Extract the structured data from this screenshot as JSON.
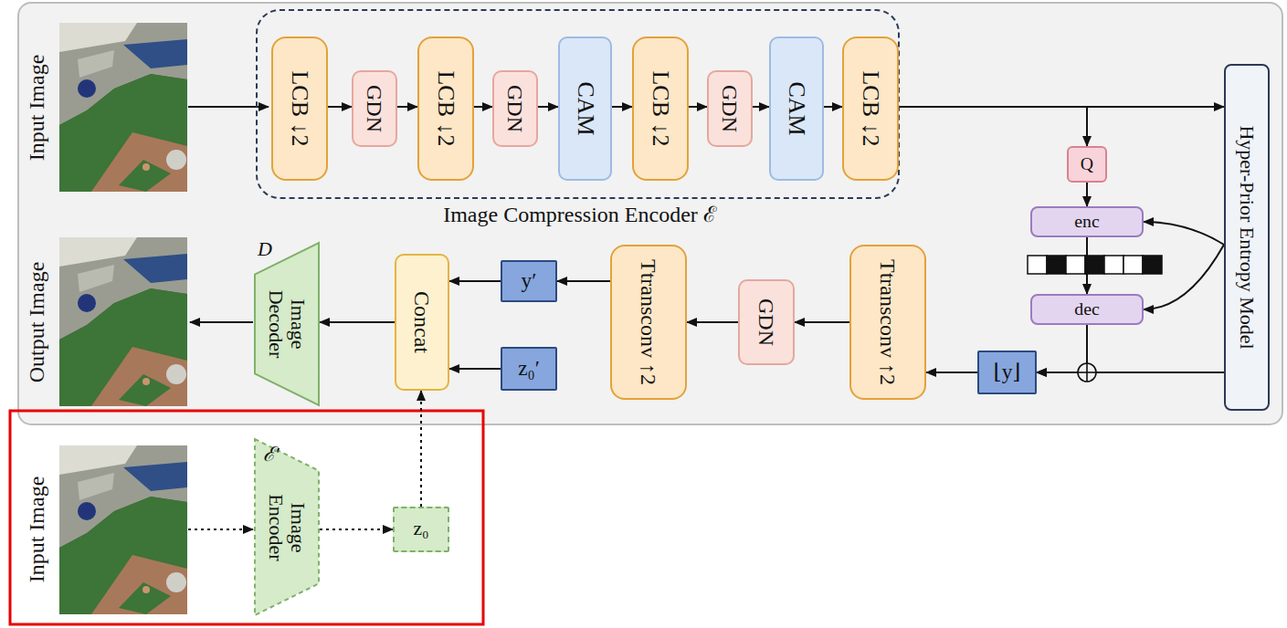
{
  "diagram": {
    "nodes": [
      {
        "text": [
          "Image Compression Encoder ℰ"
        ]
      },
      {
        "text": [
          "LCB ↓2"
        ],
        "in": 0
      },
      {
        "text": [
          "GDN"
        ],
        "in": 0
      },
      {
        "text": [
          "LCB ↓2"
        ],
        "in": 0
      },
      {
        "text": [
          "GDN"
        ],
        "in": 0
      },
      {
        "text": [
          "CAM"
        ],
        "in": 0
      },
      {
        "text": [
          "LCB ↓2"
        ],
        "in": 0
      },
      {
        "text": [
          "GDN"
        ],
        "in": 0
      },
      {
        "text": [
          "CAM"
        ],
        "in": 0
      },
      {
        "text": [
          "LCB ↓2"
        ],
        "in": 0
      },
      {
        "text": [
          "Hyper-Prior Entropy Model"
        ]
      },
      {
        "text": [
          "Q"
        ]
      },
      {
        "text": [
          "enc"
        ]
      },
      {
        "text": [
          "dec"
        ]
      },
      {
        "text": [
          "D",
          "Image Decoder"
        ]
      },
      {
        "text": [
          "Concat"
        ]
      },
      {
        "text": [
          "y′"
        ]
      },
      {
        "text": [
          "Ttransconv ↑2"
        ]
      },
      {
        "text": [
          "GDN"
        ]
      },
      {
        "text": [
          "Ttransconv ↑2"
        ]
      },
      {
        "text": [
          "z₀′"
        ]
      },
      {
        "text": [
          "⌊y⌋"
        ]
      },
      {
        "text": [
          "ℰ′",
          "Image Encoder"
        ]
      },
      {
        "text": [
          "z₀"
        ]
      }
    ],
    "edges": [
      {
        "from": 1,
        "to": 2,
        "arrow": "to"
      },
      {
        "from": 2,
        "to": 3,
        "arrow": "to"
      },
      {
        "from": 3,
        "to": 4,
        "arrow": "to"
      },
      {
        "from": 4,
        "to": 5,
        "arrow": "to"
      },
      {
        "from": 5,
        "to": 6,
        "arrow": "to"
      },
      {
        "from": 6,
        "to": 7,
        "arrow": "to"
      },
      {
        "from": 7,
        "to": 8,
        "arrow": "to"
      },
      {
        "from": 8,
        "to": 9,
        "arrow": "to"
      },
      {
        "from": 9,
        "to": 10,
        "arrow": "to"
      },
      {
        "from": 9,
        "to": 11,
        "arrow": "to"
      },
      {
        "from": 11,
        "to": 12,
        "arrow": "to"
      },
      {
        "from": 12,
        "to": 13,
        "arrow": "to"
      },
      {
        "from": 10,
        "to": 12,
        "arrow": "to"
      },
      {
        "from": 10,
        "to": 13,
        "arrow": "to"
      },
      {
        "from": 13,
        "to": 21,
        "arrow": "to"
      },
      {
        "from": 10,
        "to": 21,
        "arrow": "to"
      },
      {
        "from": 21,
        "to": 19,
        "arrow": "to"
      },
      {
        "from": 19,
        "to": 18,
        "arrow": "to"
      },
      {
        "from": 18,
        "to": 17,
        "arrow": "to"
      },
      {
        "from": 17,
        "to": 16,
        "arrow": "to"
      },
      {
        "from": 16,
        "to": 15,
        "arrow": "to"
      },
      {
        "from": 20,
        "to": 15,
        "arrow": "to"
      },
      {
        "from": 23,
        "to": 15,
        "arrow": "to"
      },
      {
        "from": 15,
        "to": 14,
        "arrow": "to"
      },
      {
        "from": 22,
        "to": 23,
        "arrow": "to"
      }
    ],
    "labels": [
      "Input Image",
      "Output Image",
      "Input Image"
    ]
  }
}
